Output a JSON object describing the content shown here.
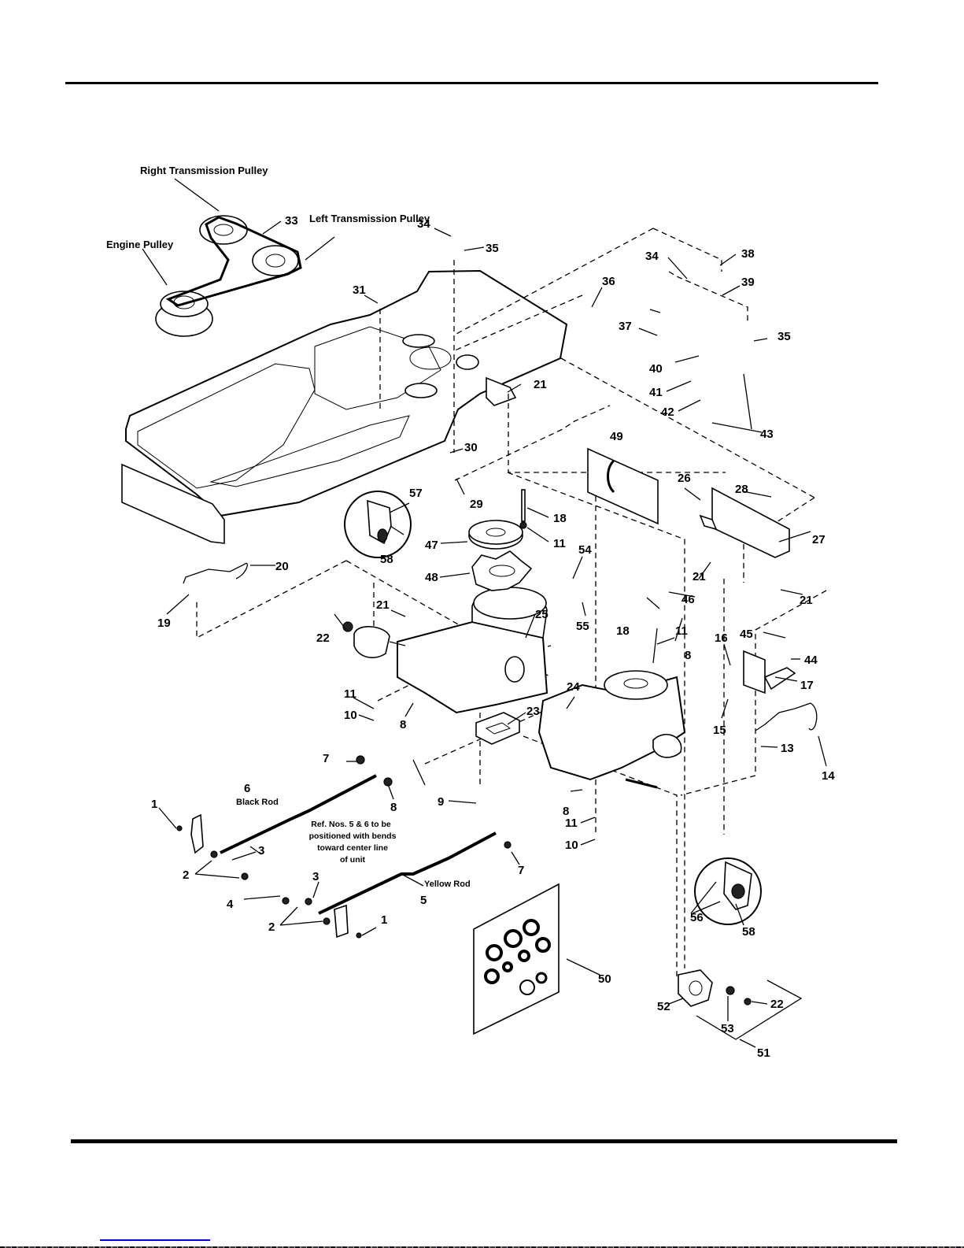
{
  "document": {
    "type": "exploded parts diagram",
    "subject": "Transmission, belt drive and chassis assembly"
  },
  "callouts": {
    "right_transmission_pulley": "Right Transmission Pulley",
    "left_transmission_pulley": "Left Transmission Pulley",
    "engine_pulley": "Engine Pulley",
    "black_rod": "Black Rod",
    "yellow_rod": "Yellow Rod",
    "note_line1": "Ref. Nos. 5 & 6 to be",
    "note_line2": "positioned with bends",
    "note_line3": "toward center line",
    "note_line4": "of unit"
  },
  "part_numbers": {
    "p1a": "1",
    "p1b": "1",
    "p2a": "2",
    "p2b": "2",
    "p3a": "3",
    "p3b": "3",
    "p4": "4",
    "p5": "5",
    "p6": "6",
    "p7a": "7",
    "p7b": "7",
    "p8a": "8",
    "p8b": "8",
    "p8c": "8",
    "p8d": "8",
    "p9": "9",
    "p10a": "10",
    "p10b": "10",
    "p11a": "11",
    "p11b": "11",
    "p11c": "11",
    "p11d": "11",
    "p13": "13",
    "p14": "14",
    "p15": "15",
    "p16": "16",
    "p17": "17",
    "p18a": "18",
    "p18b": "18",
    "p19": "19",
    "p20": "20",
    "p21a": "21",
    "p21b": "21",
    "p21c": "21",
    "p21d": "21",
    "p22a": "22",
    "p22b": "22",
    "p23": "23",
    "p24": "24",
    "p25": "25",
    "p26": "26",
    "p27": "27",
    "p28": "28",
    "p29": "29",
    "p30": "30",
    "p31": "31",
    "p33": "33",
    "p34a": "34",
    "p34b": "34",
    "p35a": "35",
    "p35b": "35",
    "p36": "36",
    "p37": "37",
    "p38": "38",
    "p39": "39",
    "p40": "40",
    "p41": "41",
    "p42": "42",
    "p43": "43",
    "p44": "44",
    "p45": "45",
    "p46": "46",
    "p47": "47",
    "p48": "48",
    "p49": "49",
    "p50": "50",
    "p51": "51",
    "p52": "52",
    "p53": "53",
    "p54": "54",
    "p55": "55",
    "p56": "56",
    "p57": "57",
    "p58a": "58",
    "p58b": "58"
  },
  "colors": {
    "ink": "#000000",
    "paper": "#ffffff",
    "footer_link": "#0000d8"
  }
}
